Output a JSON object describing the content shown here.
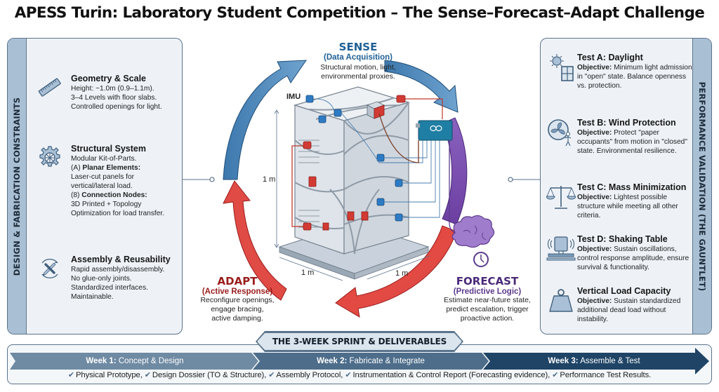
{
  "title": "APESS Turin: Laboratory Student Competition – The Sense–Forecast–Adapt Challenge",
  "left_panel": {
    "heading": "DESIGN & FABRICATION CONSTRAINTS",
    "items": [
      {
        "icon": "ruler-icon",
        "title": "Geometry & Scale",
        "lines": [
          "Height: ~1.0m (0.9–1.1m).",
          "3–4 Levels with floor slabs.",
          "Controlled openings for light."
        ]
      },
      {
        "icon": "gear-icon",
        "title": "Structural System",
        "line1": "Modular Kit-of-Parts.",
        "a_prefix": "(A) ",
        "a_bold": "Planar Elements:",
        "a_text1": "Laser-cut panels for",
        "a_text2": "vertical/lateral load.",
        "b_prefix": "(8) ",
        "b_bold": "Connection Nodes:",
        "b_text1": "3D Printed + Topology",
        "b_text2": "Optimization for load transfer."
      },
      {
        "icon": "wrench-screwdriver-cycle-icon",
        "title": "Assembly & Reusability",
        "lines": [
          "Rapid assembly/disassembly.",
          "No glue-only joints.",
          "Standardized interfaces.",
          "Maintainable."
        ]
      }
    ]
  },
  "right_panel": {
    "heading": "PERFORMANCE VALIDATION (THE GAUNTLET)",
    "objective_label": "Objective:",
    "tests": [
      {
        "icon": "sun-window-icon",
        "title": "Test A: Daylight",
        "objective": "Minimum light admission in \"open\" state. Balance openness vs. protection."
      },
      {
        "icon": "fan-person-icon",
        "title": "Test B: Wind Protection",
        "objective": "Protect \"paper occupants\" from motion in \"closed\" state. Environmental resilience."
      },
      {
        "icon": "balance-scale-icon",
        "title": "Test C: Mass Minimization",
        "objective": "Lightest possible structure while meeting all other criteria."
      },
      {
        "icon": "shaking-table-icon",
        "title": "Test D: Shaking Table",
        "objective": "Sustain oscillations, control response amplitude, ensure survival & functionality."
      },
      {
        "icon": "weight-icon",
        "title": "Vertical Load Capacity",
        "objective": "Sustain standardized additional dead load without instability."
      }
    ]
  },
  "cycle": {
    "sense": {
      "title": "SENSE",
      "subtitle": "(Data Acquisition)",
      "desc1": "Structural motion, light,",
      "desc2": "environmental proxies.",
      "color": "#1f5f95"
    },
    "forecast": {
      "title": "FORECAST",
      "subtitle": "(Predictive Logic)",
      "desc1": "Estimate near-future state,",
      "desc2": "predict escalation, trigger",
      "desc3": "proactive action.",
      "color": "#4a2a78"
    },
    "adapt": {
      "title": "ADAPT",
      "subtitle": "(Active Response)",
      "desc1": "Reconfigure openings,",
      "desc2": "engage bracing,",
      "desc3": "active damping.",
      "color": "#9a1c1c"
    }
  },
  "model": {
    "imu_label": "IMU",
    "controller_label": "Arduino",
    "height_label": "1 m",
    "width_label": "1 m",
    "depth_label": "1 m"
  },
  "sprint": {
    "heading": "THE 3-WEEK SPRINT & DELIVERABLES",
    "weeks": [
      {
        "label": "Week 1:",
        "text": "Concept & Design",
        "color": "#6f8aa3"
      },
      {
        "label": "Week 2:",
        "text": "Fabricate & Integrate",
        "color": "#4d6d8a"
      },
      {
        "label": "Week 3:",
        "text": "Assemble & Test",
        "color": "#1f4466"
      }
    ],
    "deliverables": [
      "Physical Prototype,",
      "Design Dossier (TO & Structure),",
      "Assembly Protocol,",
      "Instrumentation & Control Report (Forecasting evidence),",
      "Performance Test Results."
    ]
  }
}
